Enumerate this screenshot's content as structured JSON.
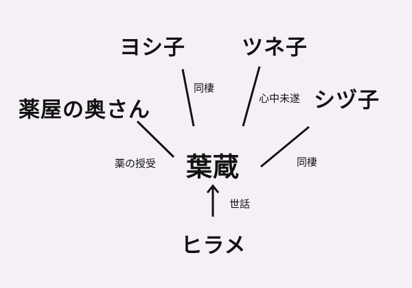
{
  "nodes": {
    "center": "葉蔵",
    "yoshiko": "ヨシ子",
    "tsuneko": "ツネ子",
    "pharmacist_wife": "薬屋の奥さん",
    "shizuko": "シヅ子",
    "hirame": "ヒラメ"
  },
  "relations": {
    "yoshiko": "同棲",
    "tsuneko": "心中未遂",
    "pharmacist_wife": "薬の授受",
    "shizuko": "同棲",
    "hirame": "世話"
  }
}
